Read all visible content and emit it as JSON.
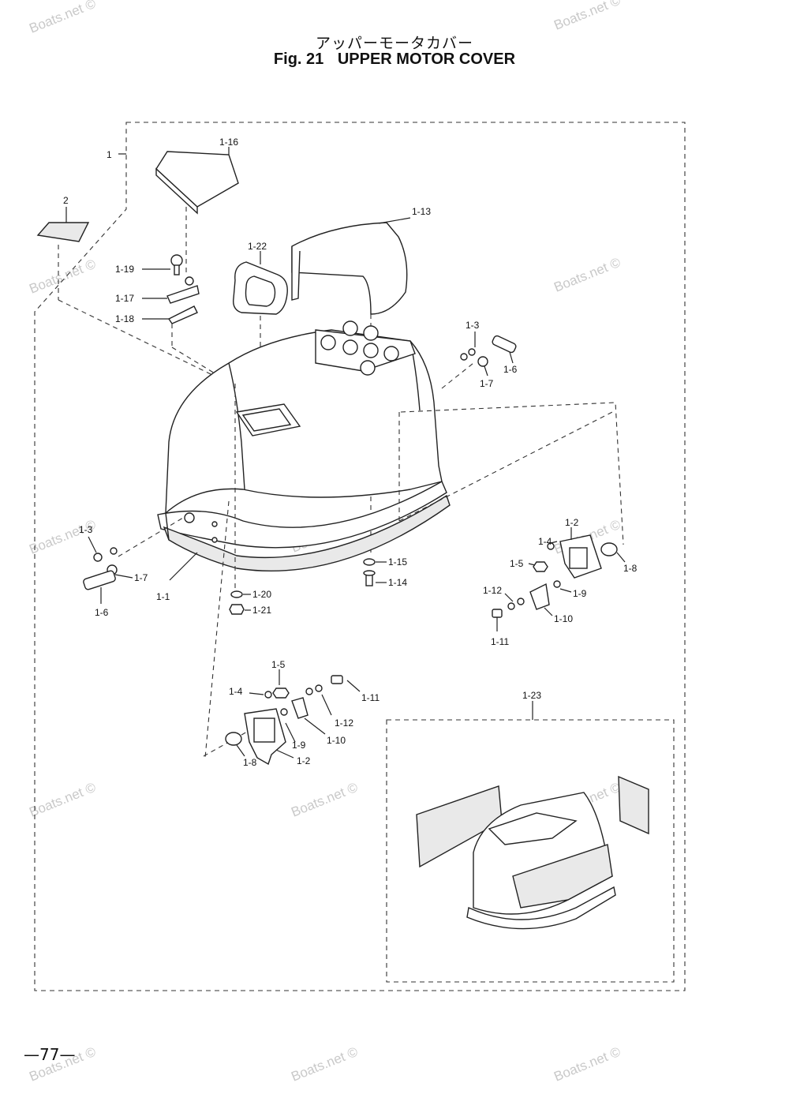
{
  "header": {
    "title_jp": "アッパーモータカバー",
    "fig_number": "Fig. 21",
    "title_en": "UPPER MOTOR COVER"
  },
  "page_number": "—77—",
  "watermark": "Boats.net ©",
  "callouts": {
    "c_1": "1",
    "c_2": "2",
    "c_1_16": "1-16",
    "c_1_13": "1-13",
    "c_1_22": "1-22",
    "c_1_19": "1-19",
    "c_1_17": "1-17",
    "c_1_18": "1-18",
    "c_1_3_top": "1-3",
    "c_1_6_top": "1-6",
    "c_1_7_top": "1-7",
    "c_1_3_left": "1-3",
    "c_1_7_left": "1-7",
    "c_1_6_left": "1-6",
    "c_1_1": "1-1",
    "c_1_15": "1-15",
    "c_1_14": "1-14",
    "c_1_20": "1-20",
    "c_1_21": "1-21",
    "c_1_2_r": "1-2",
    "c_1_4_r": "1-4",
    "c_1_5_r": "1-5",
    "c_1_8_r": "1-8",
    "c_1_9_r": "1-9",
    "c_1_12_r": "1-12",
    "c_1_10_r": "1-10",
    "c_1_11_r": "1-11",
    "c_1_5_b": "1-5",
    "c_1_4_b": "1-4",
    "c_1_11_b": "1-11",
    "c_1_12_b": "1-12",
    "c_1_10_b": "1-10",
    "c_1_9_b": "1-9",
    "c_1_2_b": "1-2",
    "c_1_8_b": "1-8",
    "c_1_23": "1-23"
  }
}
